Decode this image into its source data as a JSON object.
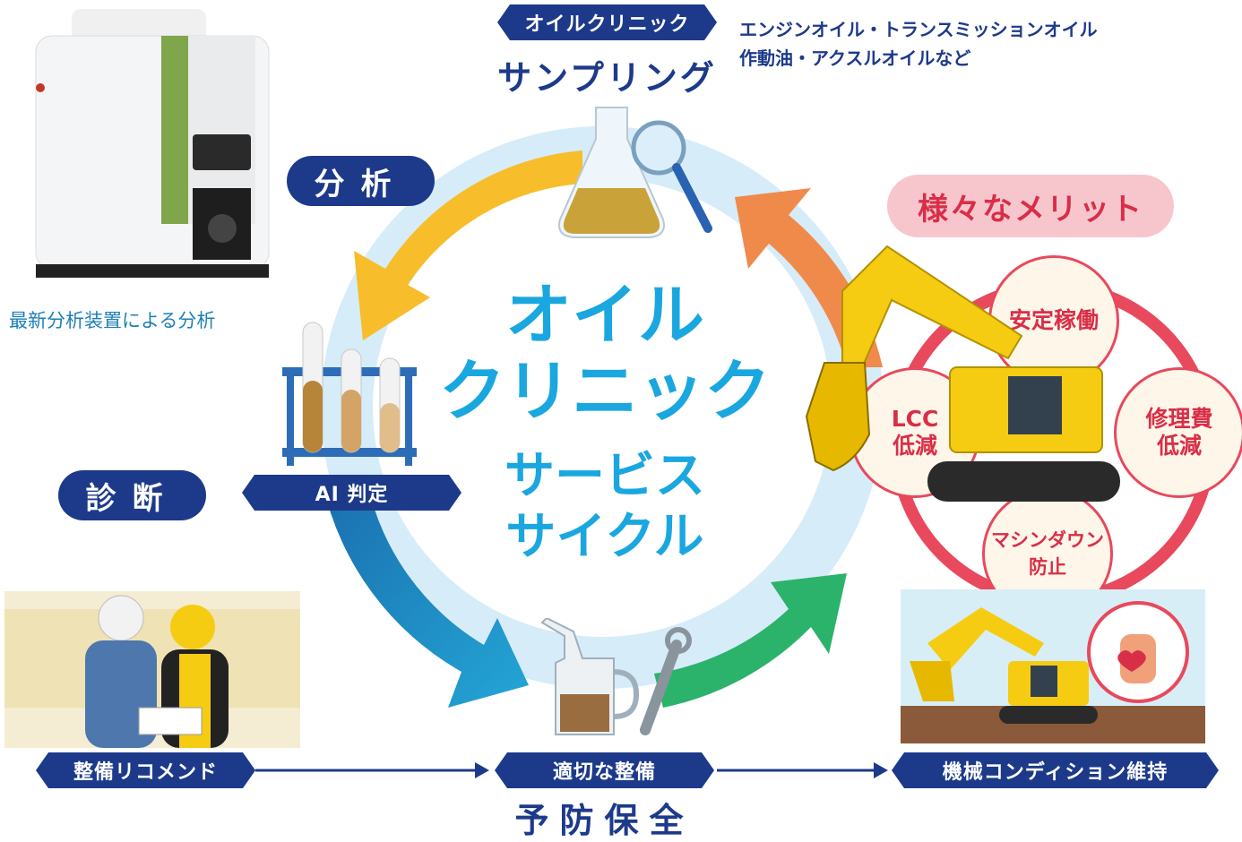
{
  "top": {
    "tag": "オイルクリニック",
    "title": "サンプリング",
    "note_lines": [
      "エンジンオイル・トランスミッションオイル",
      "作動油・アクスルオイルなど"
    ]
  },
  "left": {
    "analysis_label": "分析",
    "analysis_caption": "最新分析装置による分析",
    "ai_label": "AI 判定",
    "diagnosis_label": "診断"
  },
  "center": {
    "line1": "オイル",
    "line2": "クリニック",
    "line3": "サービス",
    "line4": "サイクル"
  },
  "merits": {
    "title": "様々なメリット",
    "items": [
      "安定稼働",
      "LCC\n低減",
      "修理費\n低減",
      "マシンダウン\n防止"
    ]
  },
  "bottom": {
    "left_tag": "整備リコメンド",
    "center_tag": "適切な整備",
    "right_tag": "機械コンディション維持",
    "footer": "予防保全"
  },
  "colors": {
    "navy": "#1d3a8a",
    "cyan_text": "#1aa7e0",
    "arrow_yellow": "#f7bd2a",
    "arrow_orange": "#f08a4b",
    "arrow_blue": "#1d7fb8",
    "arrow_green": "#2bb36b",
    "merit_red": "#e8495c"
  }
}
